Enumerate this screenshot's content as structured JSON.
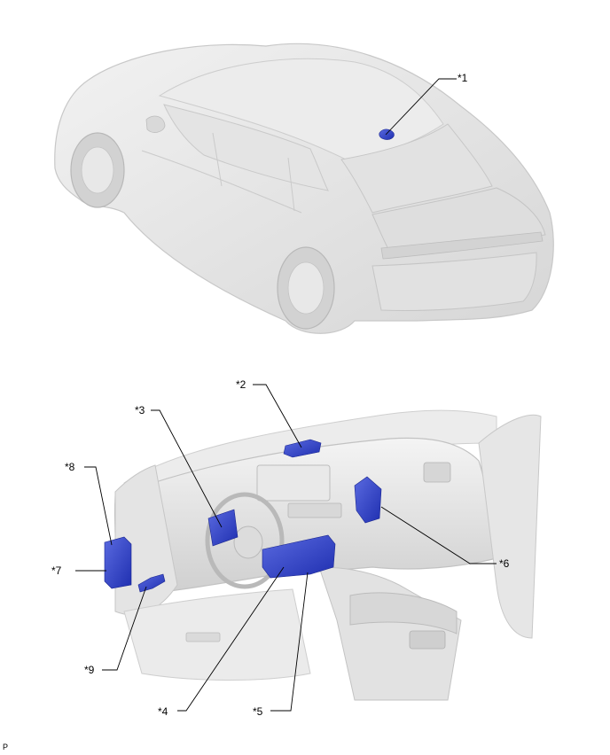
{
  "callouts": {
    "c1": "*1",
    "c2": "*2",
    "c3": "*3",
    "c4": "*4",
    "c5": "*5",
    "c6": "*6",
    "c7": "*7",
    "c8": "*8",
    "c9": "*9"
  },
  "footer": "P",
  "colors": {
    "highlight": "#2e3ec8",
    "body": "#e6e6e6",
    "outline": "#c4c4c4",
    "leader": "#000000"
  }
}
